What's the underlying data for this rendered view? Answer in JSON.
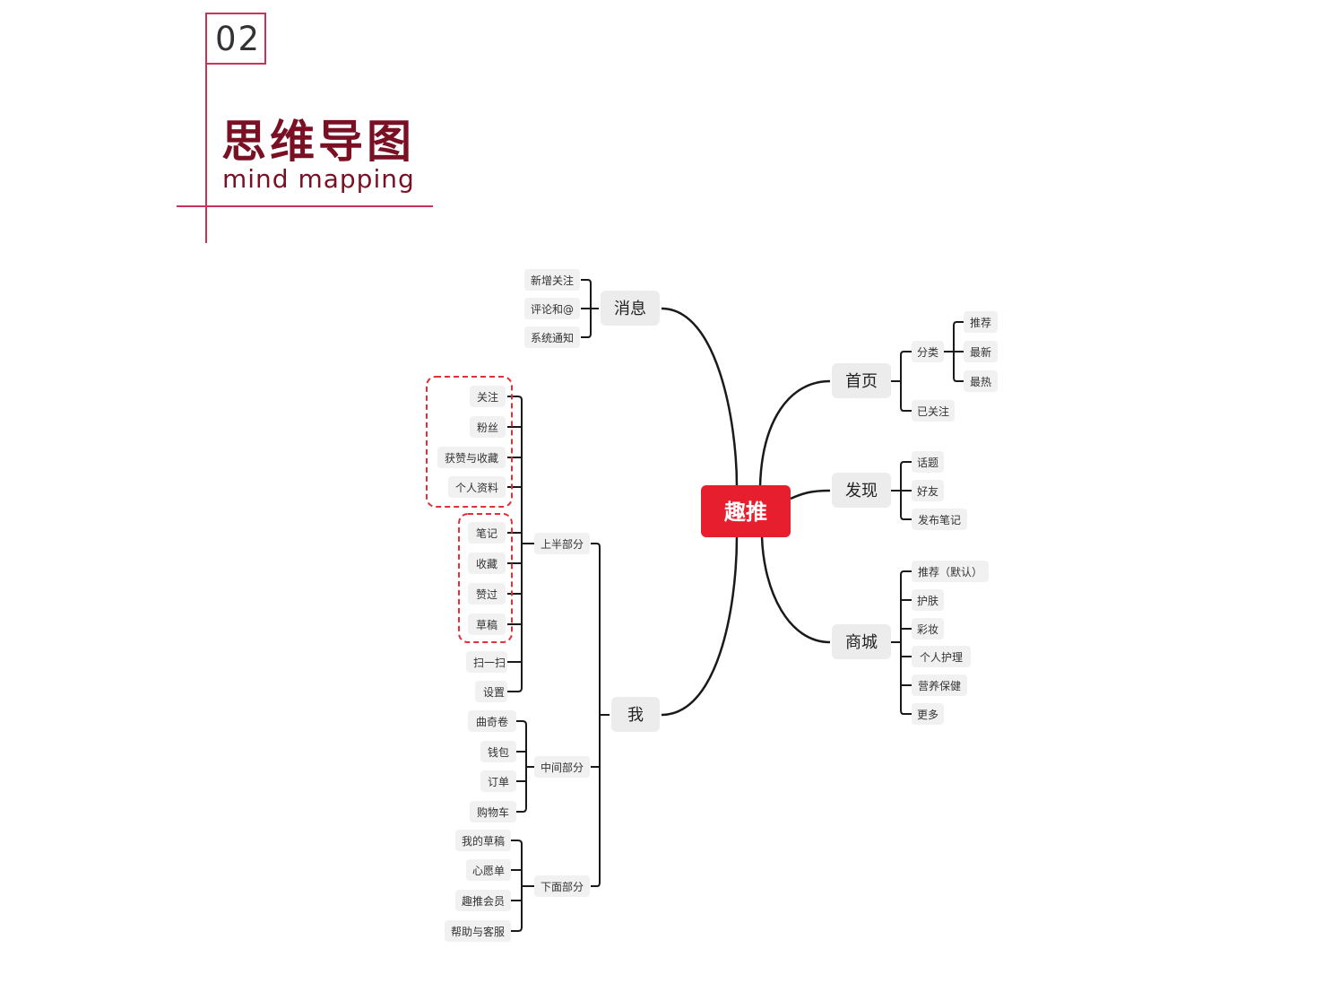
{
  "header": {
    "number": "02",
    "title_cn": "思维导图",
    "title_en": "mind mapping"
  },
  "colors": {
    "accent_line": "#c8335a",
    "title": "#7a1024",
    "root_fill": "#e61e2d",
    "dashed_highlight": "#e0303a",
    "node_fill": "#ececec",
    "connector": "#1a1a1a"
  },
  "mindmap": {
    "root": "趣推",
    "branches": [
      {
        "label": "消息",
        "children": [
          "新增关注",
          "评论和@",
          "系统通知"
        ]
      },
      {
        "label": "首页",
        "children": [
          {
            "label": "分类",
            "children": [
              "推荐",
              "最新",
              "最热"
            ]
          },
          {
            "label": "已关注"
          }
        ]
      },
      {
        "label": "发现",
        "children": [
          "话题",
          "好友",
          "发布笔记"
        ]
      },
      {
        "label": "商城",
        "children": [
          "推荐（默认）",
          "护肤",
          "彩妆",
          "个人护理",
          "营养保健",
          "更多"
        ]
      },
      {
        "label": "我",
        "children": [
          {
            "label": "上半部分",
            "children": [
              "关注",
              "粉丝",
              "获赞与收藏",
              "个人资料",
              "笔记",
              "收藏",
              "赞过",
              "草稿",
              "扫一扫",
              "设置"
            ]
          },
          {
            "label": "中间部分",
            "children": [
              "曲奇卷",
              "钱包",
              "订单",
              "购物车"
            ]
          },
          {
            "label": "下面部分",
            "children": [
              "我的草稿",
              "心愿单",
              "趣推会员",
              "帮助与客服"
            ]
          }
        ]
      }
    ]
  }
}
